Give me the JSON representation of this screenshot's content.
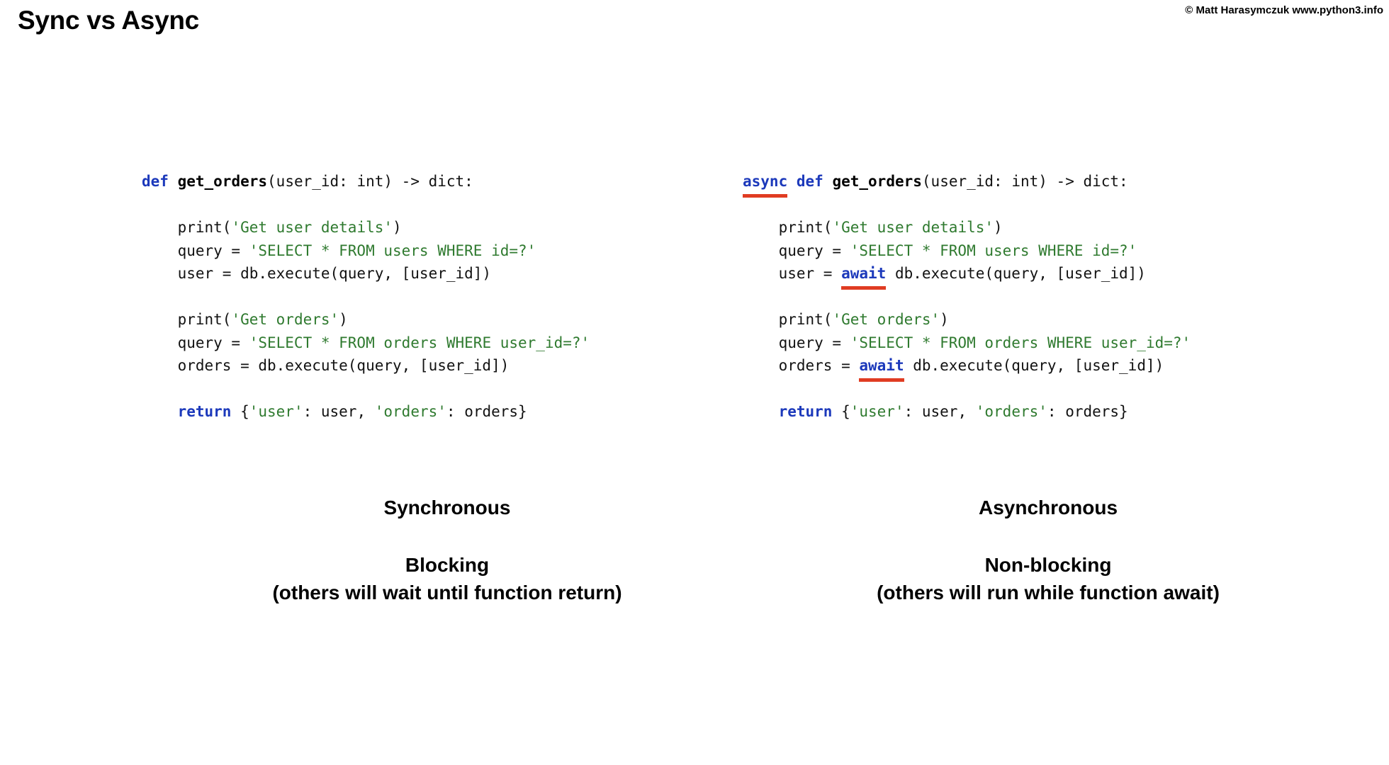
{
  "slide": {
    "title": "Sync vs Async",
    "copyright": "© Matt Harasymczuk www.python3.info",
    "background_color": "#ffffff"
  },
  "theme": {
    "keyword_color": "#1c39bb",
    "string_color": "#2f7a2f",
    "plain_color": "#121212",
    "marker_underline_color": "#e03c22",
    "text_color": "#000000"
  },
  "columns": [
    {
      "id": "sync",
      "code_lines": [
        {
          "tokens": [
            {
              "t": "def",
              "style": "kw"
            },
            {
              "t": " ",
              "style": "plain"
            },
            {
              "t": "get_orders",
              "style": "fn"
            },
            {
              "t": "(user_id: int) -> dict:",
              "style": "plain"
            }
          ]
        },
        {
          "tokens": []
        },
        {
          "tokens": [
            {
              "t": "    print(",
              "style": "plain"
            },
            {
              "t": "'Get user details'",
              "style": "str"
            },
            {
              "t": ")",
              "style": "plain"
            }
          ]
        },
        {
          "tokens": [
            {
              "t": "    query = ",
              "style": "plain"
            },
            {
              "t": "'SELECT * FROM users WHERE id=?'",
              "style": "str"
            }
          ]
        },
        {
          "tokens": [
            {
              "t": "    user = db.execute(query, [user_id])",
              "style": "plain"
            }
          ]
        },
        {
          "tokens": []
        },
        {
          "tokens": [
            {
              "t": "    print(",
              "style": "plain"
            },
            {
              "t": "'Get orders'",
              "style": "str"
            },
            {
              "t": ")",
              "style": "plain"
            }
          ]
        },
        {
          "tokens": [
            {
              "t": "    query = ",
              "style": "plain"
            },
            {
              "t": "'SELECT * FROM orders WHERE user_id=?'",
              "style": "str"
            }
          ]
        },
        {
          "tokens": [
            {
              "t": "    orders = db.execute(query, [user_id])",
              "style": "plain"
            }
          ]
        },
        {
          "tokens": []
        },
        {
          "tokens": [
            {
              "t": "    ",
              "style": "plain"
            },
            {
              "t": "return",
              "style": "kw"
            },
            {
              "t": " {",
              "style": "plain"
            },
            {
              "t": "'user'",
              "style": "str"
            },
            {
              "t": ": user, ",
              "style": "plain"
            },
            {
              "t": "'orders'",
              "style": "str"
            },
            {
              "t": ": orders}",
              "style": "plain"
            }
          ]
        }
      ],
      "caption": {
        "mode": "Synchronous",
        "behavior": "Blocking",
        "detail": "(others will wait until function return)"
      }
    },
    {
      "id": "async",
      "code_lines": [
        {
          "tokens": [
            {
              "t": "async",
              "style": "mark"
            },
            {
              "t": " ",
              "style": "plain"
            },
            {
              "t": "def",
              "style": "kw"
            },
            {
              "t": " ",
              "style": "plain"
            },
            {
              "t": "get_orders",
              "style": "fn"
            },
            {
              "t": "(user_id: int) -> dict:",
              "style": "plain"
            }
          ]
        },
        {
          "tokens": []
        },
        {
          "tokens": [
            {
              "t": "    print(",
              "style": "plain"
            },
            {
              "t": "'Get user details'",
              "style": "str"
            },
            {
              "t": ")",
              "style": "plain"
            }
          ]
        },
        {
          "tokens": [
            {
              "t": "    query = ",
              "style": "plain"
            },
            {
              "t": "'SELECT * FROM users WHERE id=?'",
              "style": "str"
            }
          ]
        },
        {
          "tokens": [
            {
              "t": "    user = ",
              "style": "plain"
            },
            {
              "t": "await",
              "style": "mark"
            },
            {
              "t": " db.execute(query, [user_id])",
              "style": "plain"
            }
          ]
        },
        {
          "tokens": []
        },
        {
          "tokens": [
            {
              "t": "    print(",
              "style": "plain"
            },
            {
              "t": "'Get orders'",
              "style": "str"
            },
            {
              "t": ")",
              "style": "plain"
            }
          ]
        },
        {
          "tokens": [
            {
              "t": "    query = ",
              "style": "plain"
            },
            {
              "t": "'SELECT * FROM orders WHERE user_id=?'",
              "style": "str"
            }
          ]
        },
        {
          "tokens": [
            {
              "t": "    orders = ",
              "style": "plain"
            },
            {
              "t": "await",
              "style": "mark"
            },
            {
              "t": " db.execute(query, [user_id])",
              "style": "plain"
            }
          ]
        },
        {
          "tokens": []
        },
        {
          "tokens": [
            {
              "t": "    ",
              "style": "plain"
            },
            {
              "t": "return",
              "style": "kw"
            },
            {
              "t": " {",
              "style": "plain"
            },
            {
              "t": "'user'",
              "style": "str"
            },
            {
              "t": ": user, ",
              "style": "plain"
            },
            {
              "t": "'orders'",
              "style": "str"
            },
            {
              "t": ": orders}",
              "style": "plain"
            }
          ]
        }
      ],
      "caption": {
        "mode": "Asynchronous",
        "behavior": "Non-blocking",
        "detail": "(others will run while function await)"
      }
    }
  ]
}
